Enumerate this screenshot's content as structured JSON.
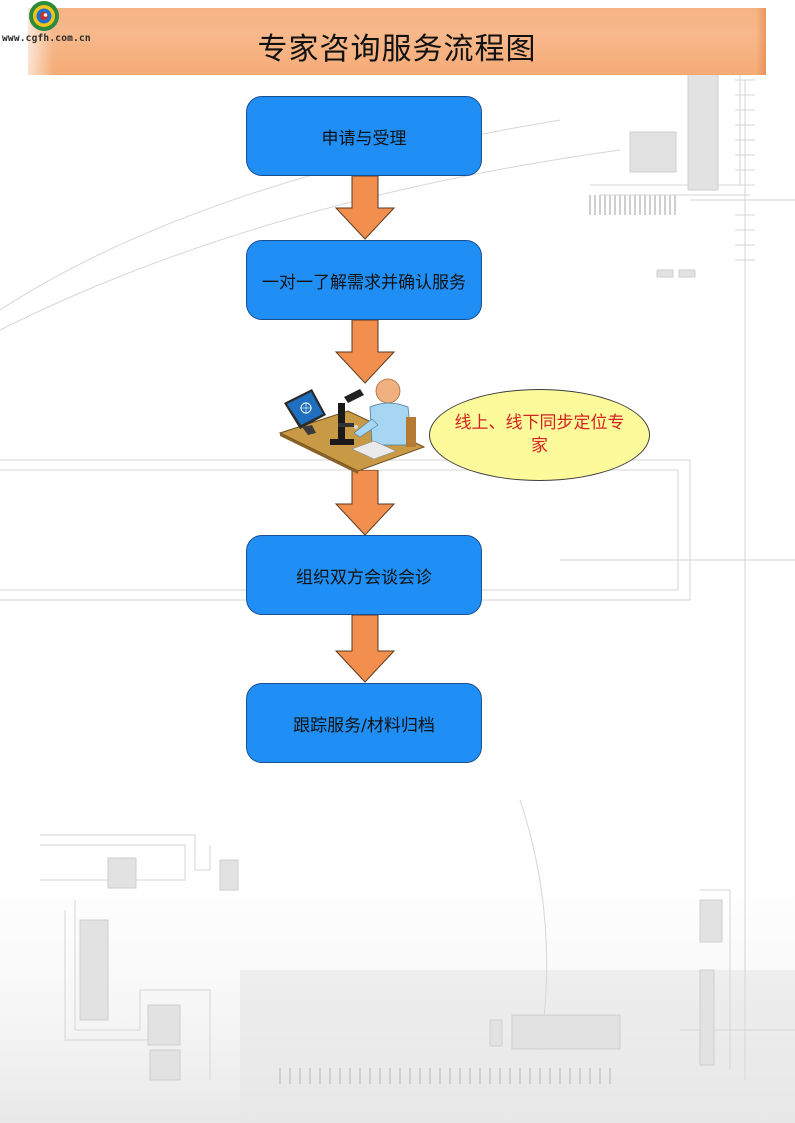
{
  "logo": {
    "text": "www.cgfh.com.cn"
  },
  "header": {
    "title": "专家咨询服务流程图"
  },
  "flow": {
    "steps": [
      "申请与受理",
      "一对一了解需求并确认服务",
      "组织双方会谈会诊",
      "跟踪服务/材料归档"
    ],
    "note": "线上、线下同步定位专家"
  },
  "colors": {
    "header": "#f6b485",
    "step_fill": "#1f8ff5",
    "arrow": "#f28f4e",
    "note_fill": "#fdfa9c",
    "note_text": "#d22222"
  },
  "icons": {
    "clipart": "scientist-microscope-icon",
    "logo": "swirl-logo-icon"
  }
}
